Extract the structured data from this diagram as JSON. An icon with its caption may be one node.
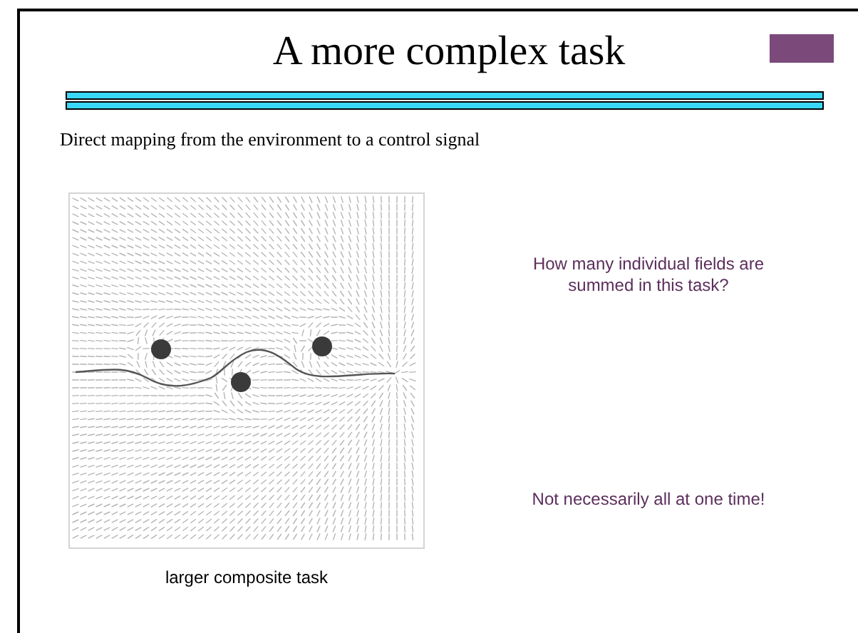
{
  "diagram": {
    "title": "A more complex task",
    "labels": [
      "Direct mapping from the environment to a control signal",
      "How many individual fields are summed in this task?",
      "Not necessarily all at one time!",
      "larger composite task"
    ]
  }
}
